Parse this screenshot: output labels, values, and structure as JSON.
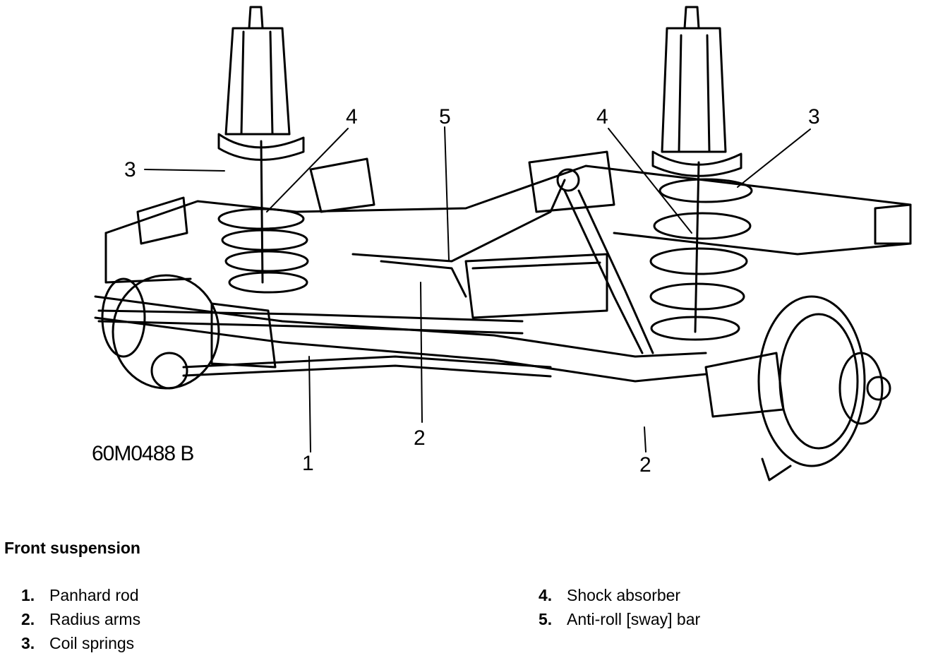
{
  "figure": {
    "code": "60M0488 B",
    "caption": "Front suspension"
  },
  "callouts": {
    "c1": "1",
    "c2a": "2",
    "c2b": "2",
    "c3a": "3",
    "c3b": "3",
    "c4a": "4",
    "c4b": "4",
    "c5": "5"
  },
  "legend": {
    "left": [
      {
        "num": "1.",
        "label": "Panhard rod"
      },
      {
        "num": "2.",
        "label": "Radius arms"
      },
      {
        "num": "3.",
        "label": "Coil springs"
      }
    ],
    "right": [
      {
        "num": "4.",
        "label": "Shock absorber"
      },
      {
        "num": "5.",
        "label": "Anti-roll [sway] bar"
      }
    ]
  }
}
